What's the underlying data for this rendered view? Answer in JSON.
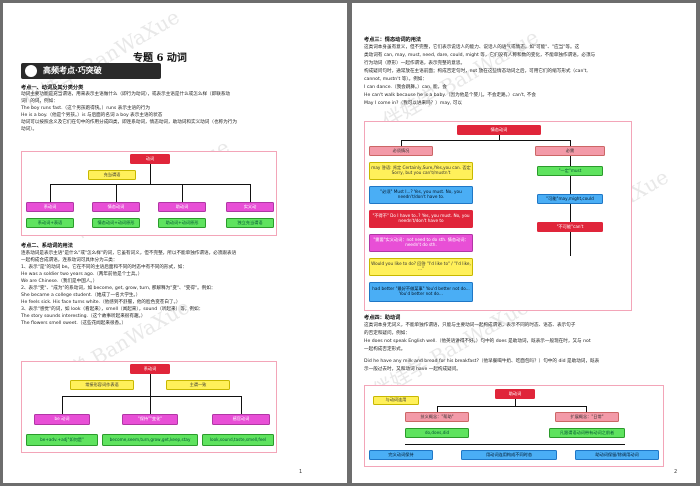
{
  "watermark": "伴娃学 BanWaXue",
  "page1": {
    "number": "1",
    "title": "专题 6  动词",
    "banner": "高频考点·巧突破",
    "sec1": {
      "heading": "考点一、动词及其分类分类",
      "lines": [
        "动词主要功能是充当谓语，用来表示主语做什么（即行为动词），或表示主语是什么或怎么样（即联系动",
        "词）的词，例如：",
        "The boy runs fast.（这个男孩跑得快。）runs 表示主语的行为",
        "He is a boy.（他是个男孩。）is 与后面的名词 a boy 表示主语的状态",
        "动词可以按照含义及它们在句中的作用分成四类，即连系动词，情态动词，助动词和实义动词（也称为行为",
        "动词）。"
      ],
      "chart": {
        "root": "动词",
        "mid": "充当谓语",
        "cats": [
          "系动词",
          "情态动词",
          "助动词",
          "实义动"
        ],
        "descs": [
          "系动词+表语",
          "情态动词+动词原形",
          "助动词+动词原形",
          "独立充当谓语"
        ]
      }
    },
    "sec2": {
      "heading": "考点二、系动词的用法",
      "lines": [
        "连系动词是表示主语\"是什么\"或\"怎么样\"的词，它虽有词义，但不完整，所以不能单独作谓语，必须跟表语",
        "一起构成合成谓语，连系动词可具体分为三类：",
        "1、表示\"是\"的动词 be。它在不同的主语后面和不同的时态中有不同的形式，如：",
        "He was a soldier two years ago.（两年前他是个士兵。）",
        "We are Chinese.（我们是中国人。）",
        "2、表示\"变\"、\"成为\"的系动词，如 become, get, grow, turn, 那解释为\"变\"、\"变得\"。例如：",
        "She became a college student.（她成了一名大学生。）",
        "He feels sick. His face turns white.（他感到不舒服，他的脸色变苍白了。）",
        "3、表示\"感觉\"的词，如 look（看起来），smell（闻起来），sound（听起来）等，例如：",
        "The story sounds interesting.（这个故事听起来很有趣。）",
        "The flowers smell sweet.（这些花闻起来很香。）"
      ],
      "chart": {
        "root": "系动词",
        "left_note": "常接形容词作表语",
        "right_note": "主谓一致",
        "cats": [
          "be 动词",
          "\"保持\"\"变化\"",
          "感官动词"
        ],
        "descs": [
          "be+adv.+adj\"如何是\"",
          "become,seem,turn,grow,get,keep,stay",
          "look,sound,taste,smell,feel"
        ]
      }
    }
  },
  "page2": {
    "number": "2",
    "sec3": {
      "heading": "考点三：情态动词的用法",
      "lines": [
        "这类词本身虽有意义，但不完整，它们表示说话人的能力、说话人的语气或情态，如\"可能\"、\"应当\"等。这",
        "类动词有 can, may, must, need, dare, could, might 等，它们没有人称和数的变化，不能单独作谓语，必须与",
        "行为动词（原形）一起作谓语，表示完整的意思。",
        "构成疑问句时，通常放在主语前面；构成否定句时，not 放在这些情态动词之后，可用它们的缩写形式（can't,",
        "cannot, mustn't 等）。例如：",
        "I can dance.（我会跳舞。）can, 能，会",
        "He can't walk because he is a baby.（因为他是个婴儿，不会走路。）can't, 不会",
        "May I come in?（我可以进来吗？）may, 可以"
      ],
      "chart": {
        "root": "情态动词",
        "left": "必须情况",
        "right": "必需",
        "left_items": [
          "may 答语: 肯定 Certainly,Sure,/Yes,you can. 否定 Sorry, but you can't/mustn't",
          "\"必须\" Must I...? Yes, you must. No, you needn't/don't have to.",
          "\"不得不\" Do I have to..? Yes, you must. No, you needn't/don't have to",
          "\"需要\"实义动词：not need to do sth. 情态动词：needn't do sth.",
          "Would you like to do? 回答 \"I'd like to\" / \"I'd like, ...\"",
          "had better \"最好不做某事\" You'd better not do... You'd better not do..."
        ],
        "right_items": [
          "\"一定\"must",
          "\"可能\"may,might,could",
          "\"不可能\"can't"
        ]
      }
    },
    "sec4": {
      "heading": "考点四：助动词",
      "lines": [
        "这类词本身无词义，不能单独作谓语，只能与主要动词一起构成谓语，表示不同的时态、语态、表示句子",
        "的否定和疑问，例如：",
        "He does not speak English well.（他英语讲得不好。）句中的 does 是助动词，既表示一般现在时，又与 not",
        "一起构成否定形式。",
        "Did he have any milk and bread for his breakfast?（他早餐喝牛奶、吃面包吗？）句中的 did 是助动词，既表",
        "示一般过去时，又和动词 have 一起构成疑问。"
      ],
      "chart": {
        "root": "助动词",
        "left_note": "与动词连用",
        "cats": [
          "技义概念：\"帮助\"",
          "扩展概念：\"日常\""
        ],
        "descs": [
          "do,does,did",
          "凡跟谓语动词带有动词之前者"
        ],
        "bottoms": [
          "完义动词保持",
          "用动词连用构成不同时态",
          "助动词保留/除调用动词"
        ]
      }
    }
  }
}
